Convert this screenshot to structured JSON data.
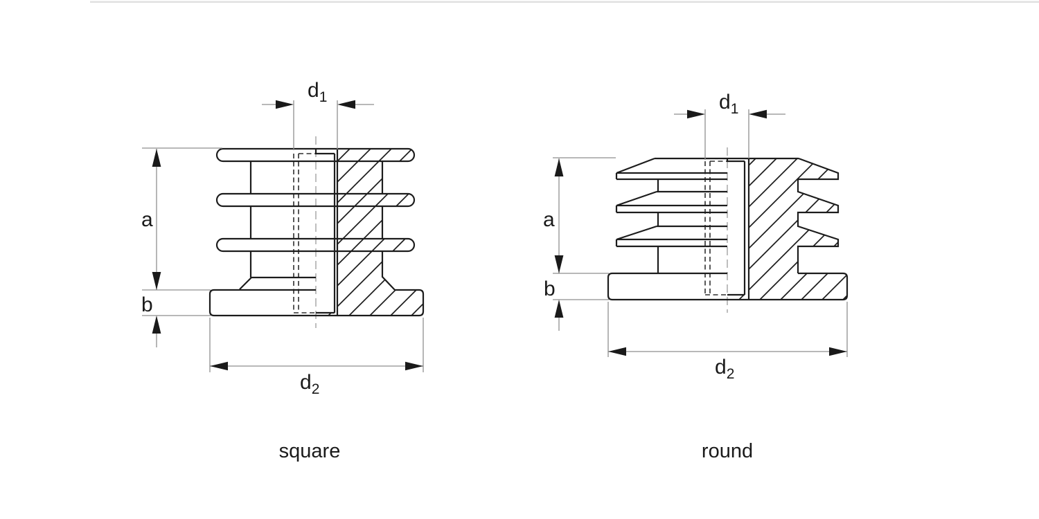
{
  "page": {
    "background": "#ffffff",
    "top_rule_color": "#e1e1e1",
    "part_line_color": "#1c1c1c",
    "thin_line_color": "#8e8e8e",
    "hatch_style": "45-degree diagonal section hatching"
  },
  "figures": [
    {
      "id": "square-insert",
      "caption": "square",
      "dims": {
        "d1_base": "d",
        "d1_sub": "1",
        "a": "a",
        "b": "b",
        "d2_base": "d",
        "d2_sub": "2"
      }
    },
    {
      "id": "round-insert",
      "caption": "round",
      "dims": {
        "d1_base": "d",
        "d1_sub": "1",
        "a": "a",
        "b": "b",
        "d2_base": "d",
        "d2_sub": "2"
      }
    }
  ]
}
